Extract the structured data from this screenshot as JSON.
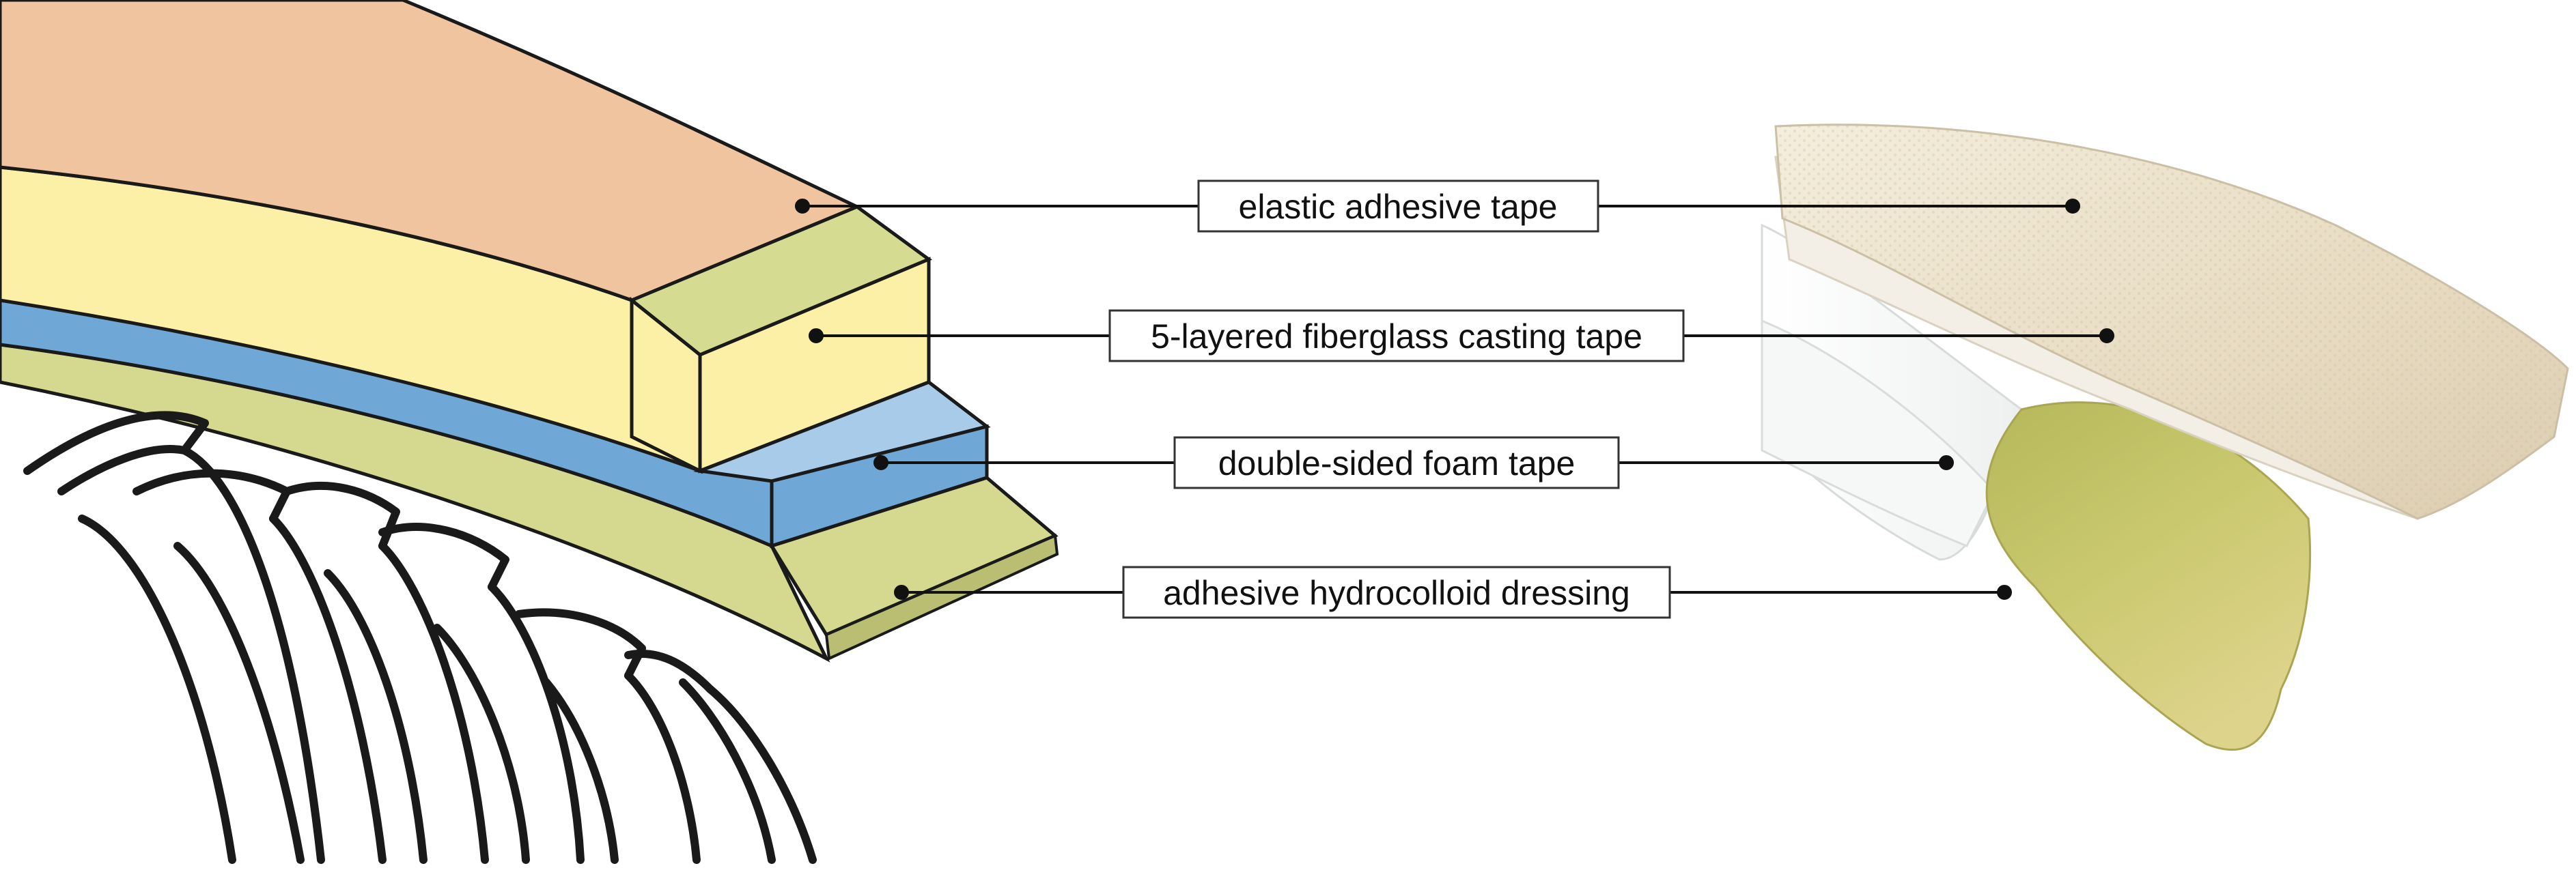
{
  "labels": [
    {
      "id": "elastic-adhesive-tape",
      "text": "elastic adhesive tape"
    },
    {
      "id": "fiberglass-casting-tape",
      "text": "5-layered fiberglass casting tape"
    },
    {
      "id": "double-sided-foam-tape",
      "text": "double-sided foam tape"
    },
    {
      "id": "adhesive-hydrocolloid-dressing",
      "text": "adhesive hydrocolloid dressing"
    }
  ],
  "colors": {
    "elastic_adhesive_tape": "#F1C4A0",
    "fiberglass_casting_tape": "#FBF0A6",
    "fiberglass_side": "#D6DB92",
    "double_sided_foam_tape": "#6FA8D6",
    "foam_light": "#A9CBEA",
    "hydrocolloid_dressing": "#D5D98F",
    "outline": "#1A1A1A"
  }
}
